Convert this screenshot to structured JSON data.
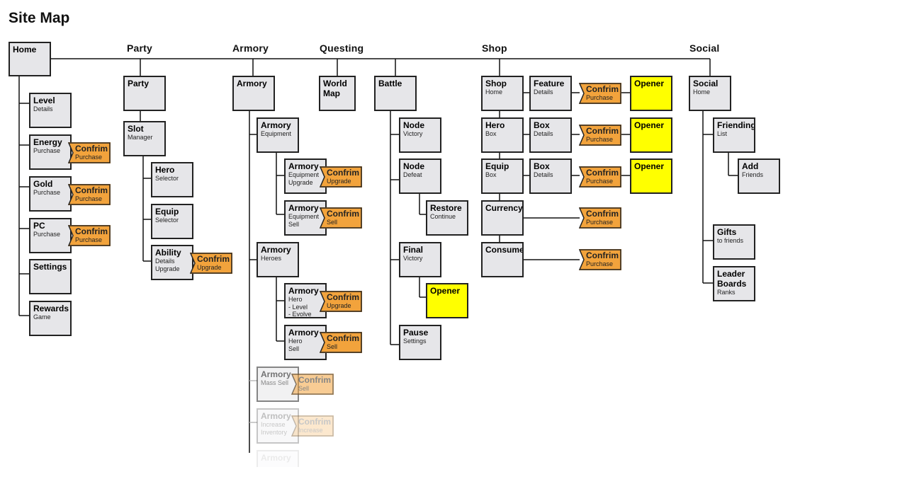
{
  "page": {
    "title": "Site Map"
  },
  "sections": [
    {
      "id": "party",
      "label": "Party"
    },
    {
      "id": "armory",
      "label": "Armory"
    },
    {
      "id": "questing",
      "label": "Questing"
    },
    {
      "id": "shop",
      "label": "Shop"
    },
    {
      "id": "social",
      "label": "Social"
    }
  ],
  "nodes": [
    {
      "id": "home",
      "title": "Home",
      "sub": ""
    },
    {
      "id": "level",
      "title": "Level",
      "sub": "Details"
    },
    {
      "id": "energy",
      "title": "Energy",
      "sub": "Purchase"
    },
    {
      "id": "gold",
      "title": "Gold",
      "sub": "Purchase"
    },
    {
      "id": "pc",
      "title": "PC",
      "sub": "Purchase"
    },
    {
      "id": "settings",
      "title": "Settings",
      "sub": ""
    },
    {
      "id": "rewards",
      "title": "Rewards",
      "sub": "Game"
    },
    {
      "id": "party",
      "title": "Party",
      "sub": ""
    },
    {
      "id": "slot",
      "title": "Slot",
      "sub": "Manager"
    },
    {
      "id": "hero-selector",
      "title": "Hero",
      "sub": "Selector"
    },
    {
      "id": "equip-selector",
      "title": "Equip",
      "sub": "Selector"
    },
    {
      "id": "ability",
      "title": "Ability",
      "sub": "Details\nUpgrade"
    },
    {
      "id": "armory",
      "title": "Armory",
      "sub": ""
    },
    {
      "id": "armory-equipment",
      "title": "Armory",
      "sub": "Equipment"
    },
    {
      "id": "armory-equip-upgrade",
      "title": "Armory",
      "sub": "Equipment\nUpgrade"
    },
    {
      "id": "armory-equip-sell",
      "title": "Armory",
      "sub": "Equipment\nSell"
    },
    {
      "id": "armory-heroes",
      "title": "Armory",
      "sub": "Heroes"
    },
    {
      "id": "armory-hero-level",
      "title": "Armory",
      "sub": "Hero\n- Level\n- Evolve"
    },
    {
      "id": "armory-hero-sell",
      "title": "Armory",
      "sub": "Hero\nSell"
    },
    {
      "id": "armory-mass-sell",
      "title": "Armory",
      "sub": "Mass Sell"
    },
    {
      "id": "armory-increase",
      "title": "Armory",
      "sub": "Increase\nInventory"
    },
    {
      "id": "armory-ghost",
      "title": "Armory",
      "sub": ""
    },
    {
      "id": "world-map",
      "title": "World\nMap",
      "sub": ""
    },
    {
      "id": "battle",
      "title": "Battle",
      "sub": ""
    },
    {
      "id": "node-victory",
      "title": "Node",
      "sub": "Victory"
    },
    {
      "id": "node-defeat",
      "title": "Node",
      "sub": "Defeat"
    },
    {
      "id": "restore",
      "title": "Restore",
      "sub": "Continue"
    },
    {
      "id": "final-victory",
      "title": "Final",
      "sub": "Victory"
    },
    {
      "id": "opener-battle",
      "title": "Opener",
      "sub": ""
    },
    {
      "id": "pause",
      "title": "Pause",
      "sub": "Settings"
    },
    {
      "id": "shop-home",
      "title": "Shop",
      "sub": "Home"
    },
    {
      "id": "feature-details",
      "title": "Feature",
      "sub": "Details"
    },
    {
      "id": "opener-1",
      "title": "Opener",
      "sub": ""
    },
    {
      "id": "hero-box",
      "title": "Hero",
      "sub": "Box"
    },
    {
      "id": "box-details-1",
      "title": "Box",
      "sub": "Details"
    },
    {
      "id": "opener-2",
      "title": "Opener",
      "sub": ""
    },
    {
      "id": "equip-box",
      "title": "Equip",
      "sub": "Box"
    },
    {
      "id": "box-details-2",
      "title": "Box",
      "sub": "Details"
    },
    {
      "id": "opener-3",
      "title": "Opener",
      "sub": ""
    },
    {
      "id": "currency",
      "title": "Currency",
      "sub": ""
    },
    {
      "id": "consume",
      "title": "Consume",
      "sub": ""
    },
    {
      "id": "social-home",
      "title": "Social",
      "sub": "Home"
    },
    {
      "id": "friending",
      "title": "Friending",
      "sub": "List"
    },
    {
      "id": "add-friends",
      "title": "Add",
      "sub": "Friends"
    },
    {
      "id": "gifts",
      "title": "Gifts",
      "sub": "to friends"
    },
    {
      "id": "leader-boards",
      "title": "Leader\nBoards",
      "sub": "Ranks"
    }
  ],
  "badges": [
    {
      "id": "confirm-energy",
      "title": "Confrim",
      "sub": "Purchase"
    },
    {
      "id": "confirm-gold",
      "title": "Confrim",
      "sub": "Purchase"
    },
    {
      "id": "confirm-pc",
      "title": "Confrim",
      "sub": "Purchase"
    },
    {
      "id": "confirm-ability",
      "title": "Confrim",
      "sub": "Upgrade"
    },
    {
      "id": "confirm-equip-upgrade",
      "title": "Confrim",
      "sub": "Upgrade"
    },
    {
      "id": "confirm-equip-sell",
      "title": "Confrim",
      "sub": "Sell"
    },
    {
      "id": "confirm-hero-upgrade",
      "title": "Confrim",
      "sub": "Upgrade"
    },
    {
      "id": "confirm-hero-sell",
      "title": "Confrim",
      "sub": "Sell"
    },
    {
      "id": "confirm-mass-sell",
      "title": "Confrim",
      "sub": "Sell"
    },
    {
      "id": "confirm-increase",
      "title": "Confrim",
      "sub": "Increase"
    },
    {
      "id": "confirm-feature",
      "title": "Confrim",
      "sub": "Purchase"
    },
    {
      "id": "confirm-hero-box",
      "title": "Confrim",
      "sub": "Purchase"
    },
    {
      "id": "confirm-equip-box",
      "title": "Confrim",
      "sub": "Purchase"
    },
    {
      "id": "confirm-currency",
      "title": "Confrim",
      "sub": "Purchase"
    },
    {
      "id": "confirm-consume",
      "title": "Confrim",
      "sub": "Purchase"
    }
  ],
  "colors": {
    "box_fill": "#e6e6e9",
    "box_border": "#222222",
    "confirm_fill": "#f2a33c",
    "opener_fill": "#ffff00",
    "line": "#111111"
  }
}
